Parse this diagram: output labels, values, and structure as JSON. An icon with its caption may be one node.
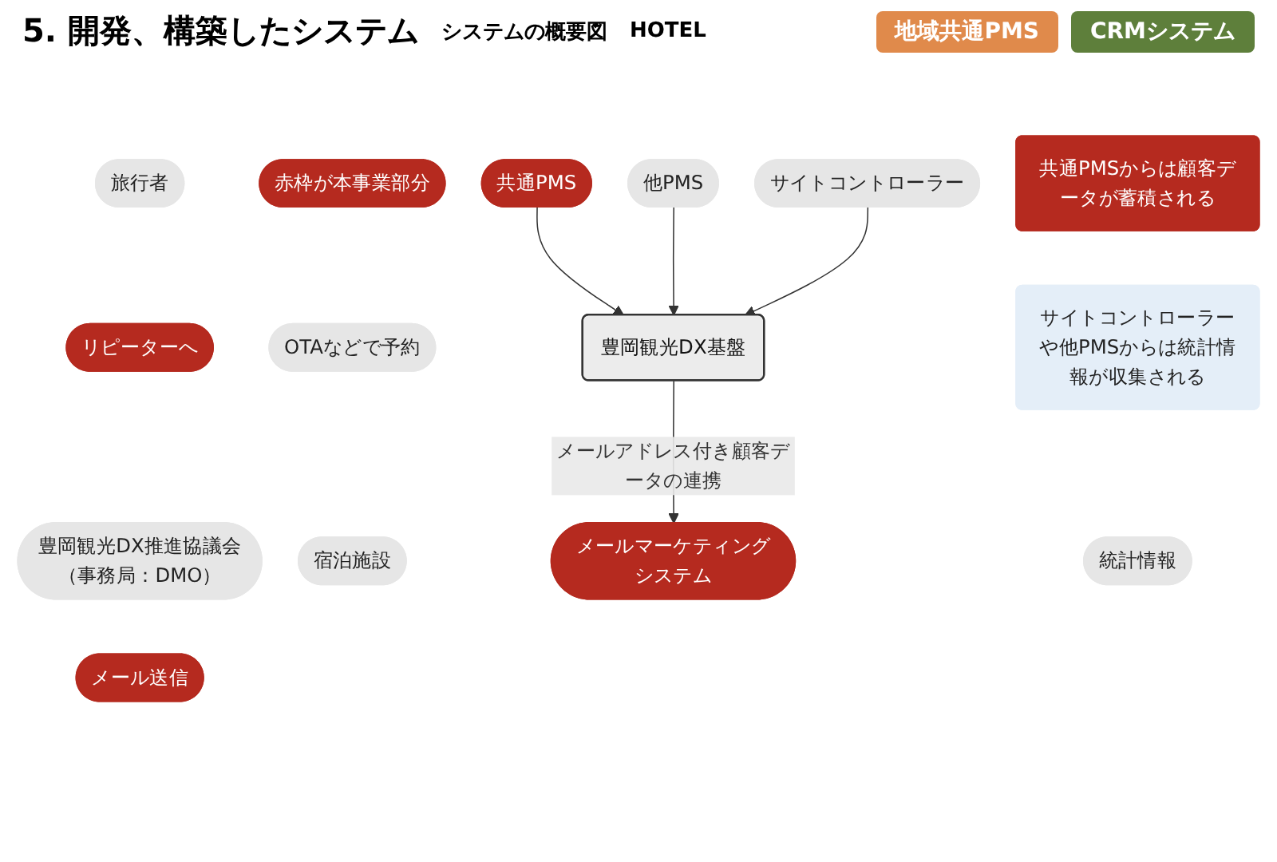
{
  "diagram": {
    "title": "5. 開発、構築したシステム",
    "nodes": [
      {
        "text": [
          "赤枠が本事業部分"
        ]
      },
      {
        "text": [
          "OTAなどで予約"
        ]
      },
      {
        "text": [
          "旅行者"
        ]
      },
      {
        "text": [
          "リピーターへ"
        ]
      },
      {
        "text": [
          "豊岡観光DX推進協議会（事務局：DMO）"
        ]
      },
      {
        "text": [
          "メール送信"
        ]
      },
      {
        "text": [
          "宿泊施設"
        ]
      },
      {
        "text": [
          "他PMS"
        ]
      },
      {
        "text": [
          "共通PMS"
        ]
      },
      {
        "text": [
          "サイトコントローラー"
        ]
      },
      {
        "text": [
          "豊岡観光DX基盤"
        ]
      },
      {
        "text": [
          "メールマーケティングシステム"
        ]
      },
      {
        "text": [
          "共通PMSからは顧客データが蓄積される"
        ]
      },
      {
        "text": [
          "サイトコントローラーや他PMSからは統計情報が収集される"
        ]
      },
      {
        "text": [
          "統計情報"
        ]
      }
    ],
    "edges": [
      {
        "from": 8,
        "to": 10,
        "arrow": "to"
      },
      {
        "from": 7,
        "to": 10,
        "arrow": "to"
      },
      {
        "from": 9,
        "to": 10,
        "arrow": "to"
      },
      {
        "from": 10,
        "to": 11,
        "arrow": "to",
        "label": "メールアドレス付き顧客データの連携"
      }
    ],
    "labels": [
      "システムの概要図",
      "HOTEL"
    ],
    "legend": [
      {
        "text": "地域共通PMS",
        "color": "#e08a4b"
      },
      {
        "text": "CRMシステム",
        "color": "#5e7f3b"
      }
    ]
  }
}
